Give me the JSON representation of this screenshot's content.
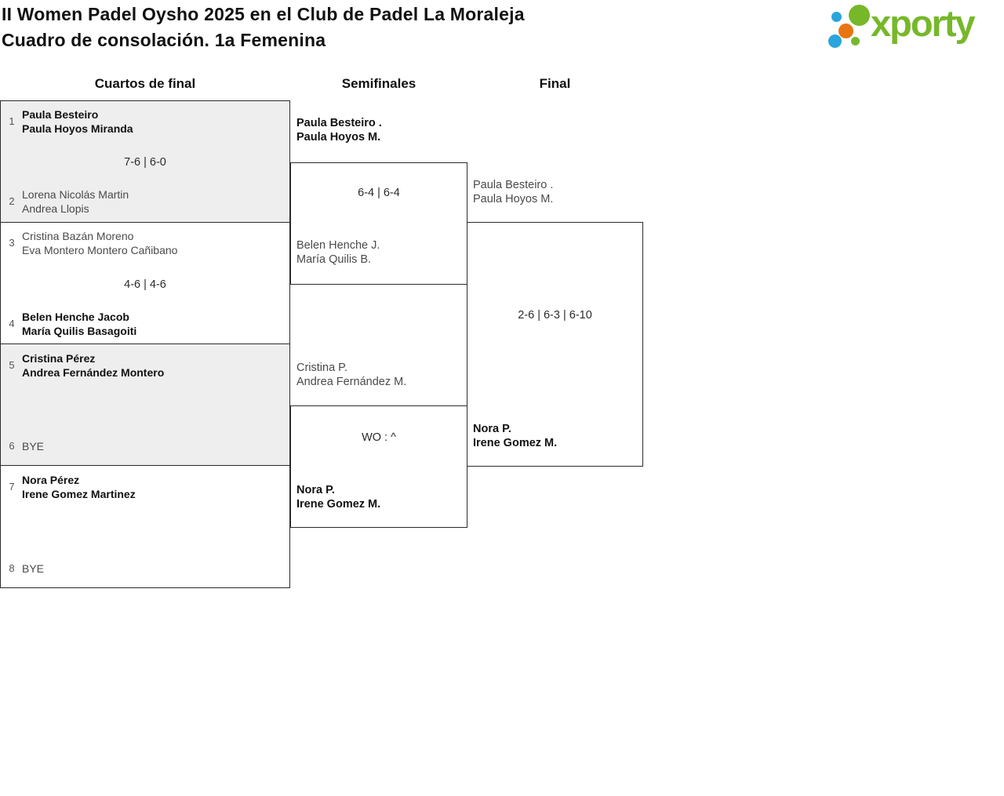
{
  "header": {
    "title_line1": "II Women Padel Oysho 2025 en el Club de Padel La Moraleja",
    "title_line2": "Cuadro de consolación. 1a Femenina"
  },
  "logo": {
    "brand": "xporty",
    "colors": {
      "green": "#76b82a",
      "blue": "#2aa5dc",
      "orange": "#e8750f"
    }
  },
  "bracket": {
    "round_headers": [
      "Cuartos de final",
      "Semifinales",
      "Final"
    ],
    "quarterfinals": [
      {
        "seed_top": "1",
        "team_top": [
          "Paula Besteiro",
          "Paula Hoyos Miranda"
        ],
        "score": "7-6 | 6-0",
        "seed_bottom": "2",
        "team_bottom": [
          "Lorena Nicolás Martin",
          "Andrea Llopis"
        ],
        "winner": "top"
      },
      {
        "seed_top": "3",
        "team_top": [
          "Cristina Bazán Moreno",
          "Eva Montero Montero Cañibano"
        ],
        "score": "4-6 | 4-6",
        "seed_bottom": "4",
        "team_bottom": [
          "Belen Henche Jacob",
          "María Quilis Basagoiti"
        ],
        "winner": "bottom"
      },
      {
        "seed_top": "5",
        "team_top": [
          "Cristina Pérez",
          "Andrea Fernández Montero"
        ],
        "score": "",
        "seed_bottom": "6",
        "team_bottom": [
          "BYE"
        ],
        "winner": "top"
      },
      {
        "seed_top": "7",
        "team_top": [
          "Nora Pérez",
          "Irene Gomez Martinez"
        ],
        "score": "",
        "seed_bottom": "8",
        "team_bottom": [
          "BYE"
        ],
        "winner": "top"
      }
    ],
    "semifinals": [
      {
        "team_top": [
          "Paula Besteiro .",
          "Paula Hoyos M."
        ],
        "score": "6-4 | 6-4",
        "team_bottom": [
          "Belen Henche J.",
          "María Quilis B."
        ],
        "winner": "top"
      },
      {
        "team_top": [
          "Cristina P.",
          "Andrea Fernández M."
        ],
        "score": "WO : ^",
        "team_bottom": [
          "Nora P.",
          "Irene Gomez M."
        ],
        "winner": "bottom"
      }
    ],
    "final": {
      "team_top": [
        "Paula Besteiro .",
        "Paula Hoyos M."
      ],
      "score": "2-6 | 6-3 | 6-10",
      "team_bottom": [
        "Nora P.",
        "Irene Gomez M."
      ],
      "winner": "bottom"
    }
  }
}
